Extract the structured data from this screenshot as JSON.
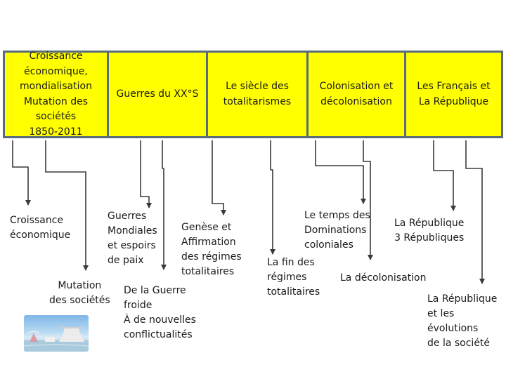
{
  "header": {
    "cells": [
      {
        "label": "Croissance\néconomique,\nmondialisation\nMutation des\nsociétés\n1850-2011"
      },
      {
        "label": "Guerres du XX°S"
      },
      {
        "label": "Le siècle des\ntotalitarismes"
      },
      {
        "label": "Colonisation et\ndécolonisation"
      },
      {
        "label": "Les Français et\nLa République"
      }
    ]
  },
  "themes": [
    {
      "label": "Croissance\néconomique"
    },
    {
      "label": "Mutation\ndes sociétés"
    },
    {
      "label": "Guerres\nMondiales\net espoirs\nde paix"
    },
    {
      "label": "De la Guerre\nfroide\nÀ de nouvelles\nconflictualités"
    },
    {
      "label": "Genèse et\nAffirmation\ndes régimes\ntotalitaires"
    },
    {
      "label": "La fin des\nrégimes\ntotalitaires"
    },
    {
      "label": "Le temps des\nDominations\ncoloniales"
    },
    {
      "label": "La décolonisation"
    },
    {
      "label": "La République\n3 Républiques"
    },
    {
      "label": "La République\net les\névolutions\nde la société"
    }
  ],
  "colors": {
    "header_fill": "#ffff00",
    "border": "#5a6b7b",
    "line": "#3a3a3a"
  },
  "icons": {
    "photo": "expo-pavilion-photo"
  }
}
